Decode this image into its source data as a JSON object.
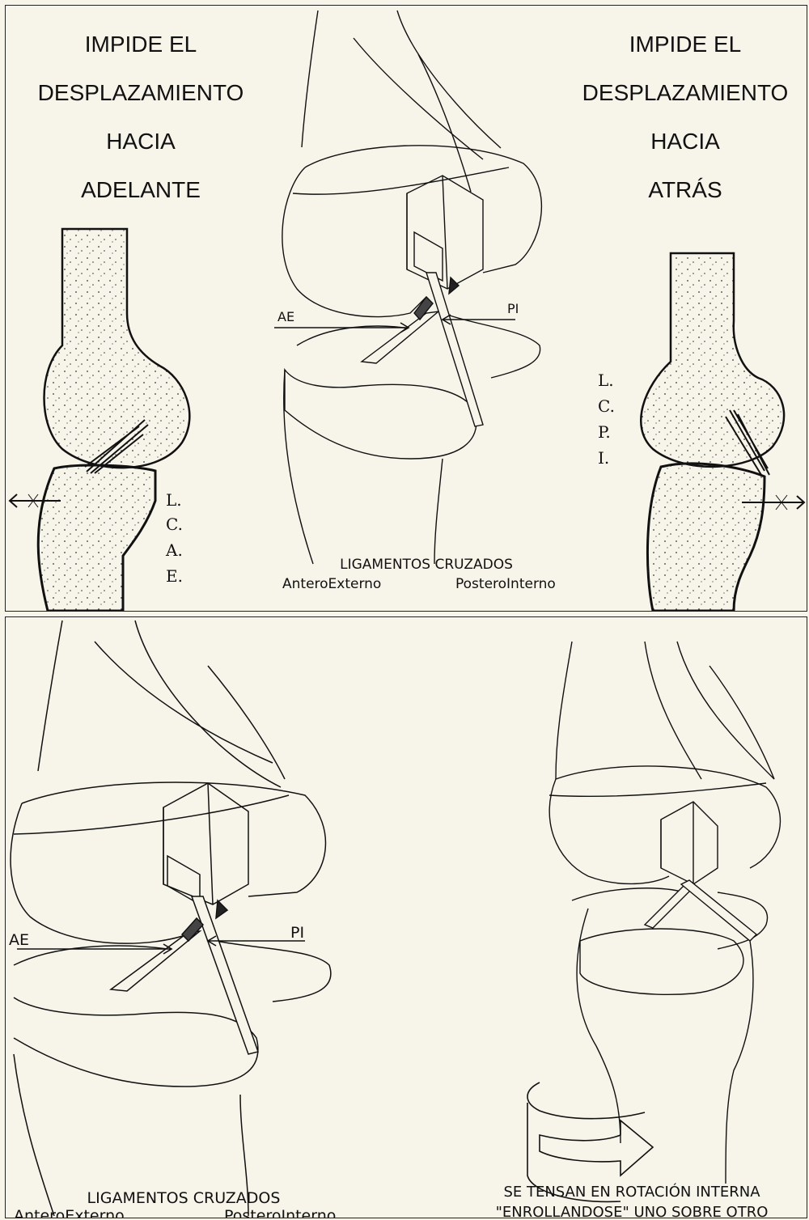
{
  "top_panel": {
    "left_heading": [
      "IMPIDE EL",
      "DESPLAZAMIENTO",
      "HACIA",
      "ADELANTE"
    ],
    "right_heading": [
      "IMPIDE EL",
      "DESPLAZAMIENTO",
      "HACIA",
      "ATRÁS"
    ],
    "left_ligament_label": [
      "L.",
      "C.",
      "A.",
      "E."
    ],
    "right_ligament_label": [
      "L.",
      "C.",
      "P.",
      "I."
    ],
    "center_label_ae": "AE",
    "center_label_pi": "PI",
    "caption_title": "LIGAMENTOS CRUZADOS",
    "caption_left": "AnteroExterno",
    "caption_right": "PosteroInterno"
  },
  "bottom_panel": {
    "label_ae": "AE",
    "label_pi": "PI",
    "caption_title": "LIGAMENTOS CRUZADOS",
    "caption_left": "AnteroExterno",
    "caption_right": "PosteroInterno",
    "rotation_caption": [
      "SE TENSAN EN ROTACIÓN INTERNA",
      "\"ENROLLANDOSE\" UNO SOBRE OTRO"
    ]
  }
}
